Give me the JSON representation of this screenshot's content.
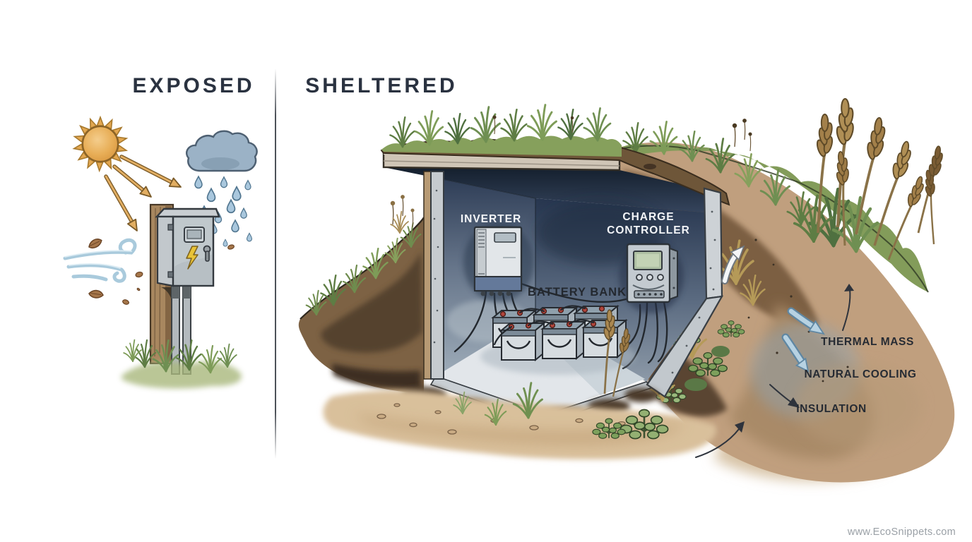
{
  "header": {
    "exposed": "EXPOSED",
    "sheltered": "SHELTERED"
  },
  "equipment": {
    "inverter": "INVERTER",
    "charge_controller_line1": "CHARGE",
    "charge_controller_line2": "CONTROLLER",
    "battery_bank": "BATTERY BANK"
  },
  "annotations": {
    "thermal_mass": "THERMAL MASS",
    "natural_cooling": "NATURAL COOLING",
    "insulation": "INSULATION"
  },
  "watermark": {
    "text": "www.EcoSnippets.com"
  },
  "icons": {
    "sun-icon": "sun with rays",
    "sun-rays-arrows-icon": "orange heat arrows",
    "rain-cloud-icon": "rain cloud with drops",
    "wind-icon": "wind swirl gusts",
    "leaf-icon": "wind-blown leaves",
    "lightning-icon": "electric hazard bolt",
    "airflow-arrow-icon": "white curved airflow arrow",
    "cooling-arrow-icon": "blue cooling arrows",
    "annotation-arrow-icon": "thin black pointer arrows"
  },
  "palette": {
    "header_text": "#2a3240",
    "sun": "#e3a750",
    "heat_arrow": "#e2ae62",
    "rain": "#a9c7dd",
    "wind": "#aecfe0",
    "cabinet_gray": "#b7bfc4",
    "wood_post": "#a8875f",
    "bunker_ceiling_dark": "#1d2a3a",
    "bunker_wall_blue": "#54657c",
    "concrete": "#cdd2d6",
    "floor": "#e2e6ea",
    "soil_brown": "#7a5f42",
    "sand": "#d9c09b",
    "grass_green": "#7e9c58",
    "battery_terminal_red": "#b2453b",
    "label_light": "#f3f5f8",
    "label_dark": "#262b33",
    "watermark_gray": "#9aa0a6"
  }
}
